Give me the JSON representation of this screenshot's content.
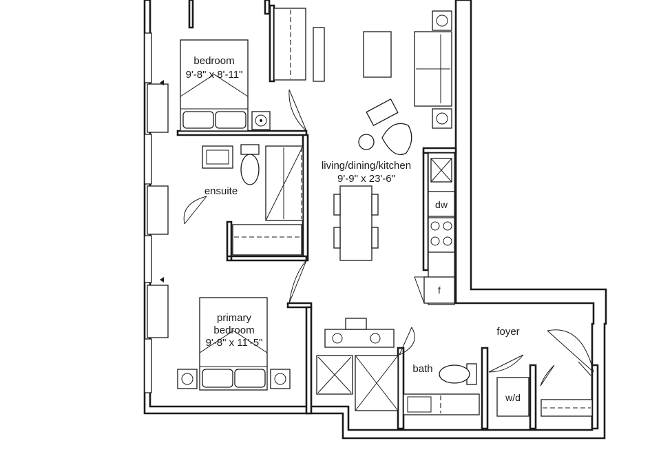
{
  "rooms": {
    "bedroom": {
      "name": "bedroom",
      "size": "9'-8\" x 8'-11\""
    },
    "ensuite": {
      "name": "ensuite"
    },
    "living": {
      "name": "living/dining/kitchen",
      "size": "9'-9\" x 23'-6\""
    },
    "primary": {
      "name_line1": "primary",
      "name_line2": "bedroom",
      "size": "9'-8\" x 11'-5\""
    },
    "foyer": {
      "name": "foyer"
    },
    "bath": {
      "name": "bath"
    }
  },
  "fixtures": {
    "dishwasher": "dw",
    "fridge": "f",
    "washer_dryer": "w/d"
  }
}
